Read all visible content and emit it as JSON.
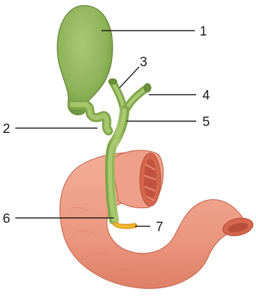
{
  "labels": [
    {
      "id": "callout-1",
      "text": "1"
    },
    {
      "id": "callout-2",
      "text": "2"
    },
    {
      "id": "callout-3",
      "text": "3"
    },
    {
      "id": "callout-4",
      "text": "4"
    },
    {
      "id": "callout-5",
      "text": "5"
    },
    {
      "id": "callout-6",
      "text": "6"
    },
    {
      "id": "callout-7",
      "text": "7"
    }
  ],
  "colors": {
    "gallbladder": "#8fb55a",
    "duct": "#9bbd63",
    "duodenum": "#ee9a83",
    "duodenum_dark": "#d97660",
    "pancreatic_duct": "#f2b830"
  }
}
